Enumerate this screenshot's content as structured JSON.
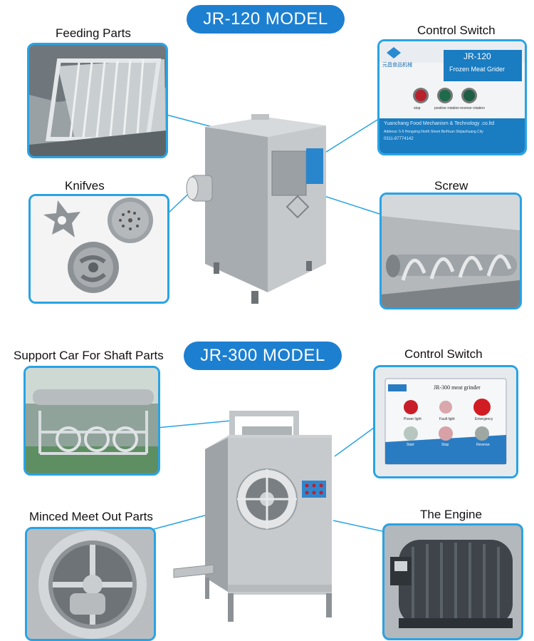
{
  "models": {
    "top": {
      "title": "JR-120 MODEL"
    },
    "bottom": {
      "title": "JR-300 MODEL"
    }
  },
  "labels": {
    "feeding_parts": "Feeding Parts",
    "control_switch_top": "Control Switch",
    "knives": "Knifves",
    "screw": "Screw",
    "support_car": "Support Car For Shaft Parts",
    "control_switch_bottom": "Control Switch",
    "minced_meet": "Minced Meet Out Parts",
    "the_engine": "The Engine"
  },
  "jr120_panel": {
    "model": "JR-120",
    "subtitle": "Frozen Meat Grider",
    "brand_cn": "元昌食品机械",
    "buttons": [
      "stop",
      "positive rotation",
      "reverse rotation"
    ],
    "company": "Yuanchang Food Mechanism & Technology .co.ltd",
    "address": "Address: 5-5 Hongxing North Street BeiHuan Shijiazhuang City",
    "phone": "0311-87774142"
  },
  "jr300_panel": {
    "title": "JR-300  meat grinder",
    "buttons_row1": [
      "Power light",
      "Fault light",
      "Emergency"
    ],
    "buttons_row2": [
      "Start",
      "Stop",
      "Reverse"
    ]
  },
  "colors": {
    "accent": "#1d7fd0",
    "frame": "#29a3e4",
    "panel_blue": "#1a7cc1"
  }
}
